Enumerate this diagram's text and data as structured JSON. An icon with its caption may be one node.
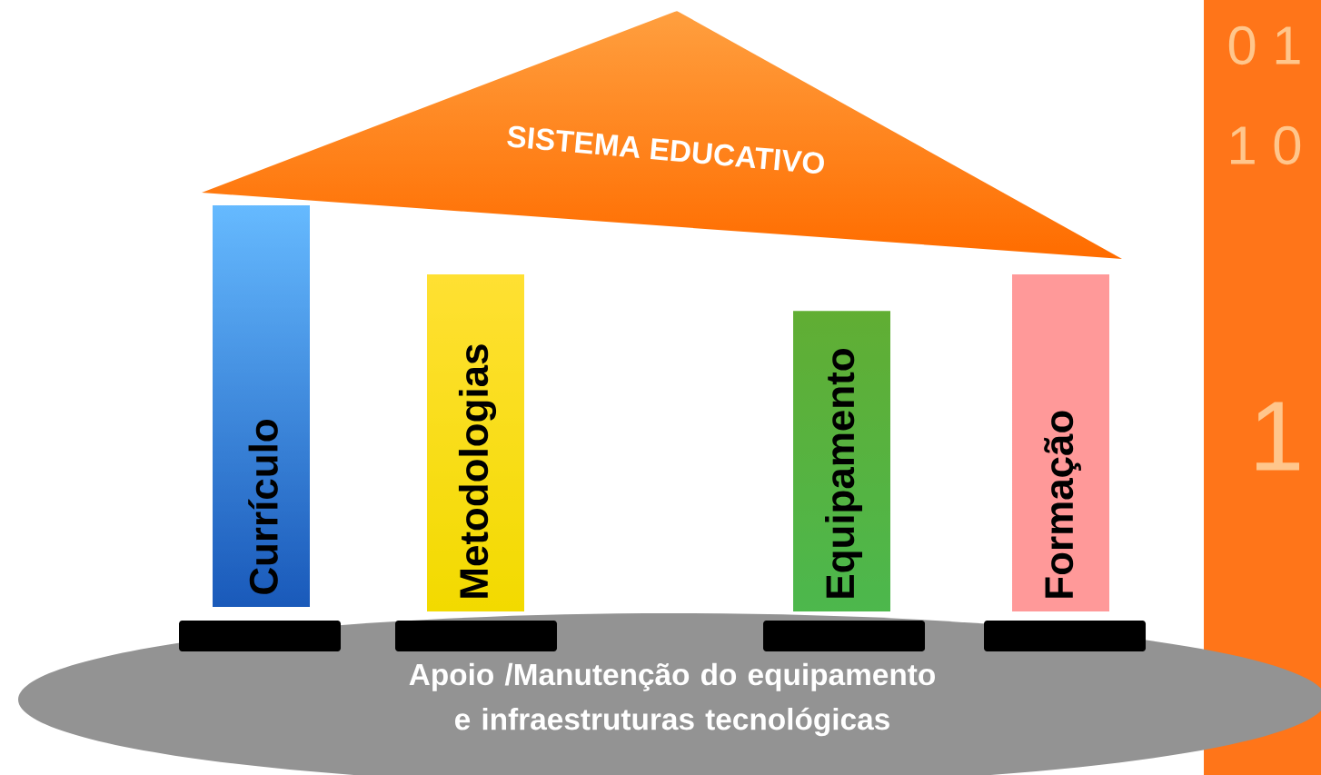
{
  "diagram": {
    "nodes": [
      {
        "text": [
          "SISTEMA EDUCATIVO"
        ]
      },
      {
        "text": [
          "Currículo"
        ]
      },
      {
        "text": [
          "Metodologias"
        ]
      },
      {
        "text": [
          "Equipamento"
        ]
      },
      {
        "text": [
          "Formação"
        ]
      },
      {
        "text": [
          "Apoio /Manutenção do equipamento e infraestruturas tecnológicas"
        ]
      },
      {
        "text": [],
        "shape": "bar",
        "in": 5
      },
      {
        "text": [],
        "shape": "bar",
        "in": 5
      },
      {
        "text": [],
        "shape": "bar",
        "in": 5
      },
      {
        "text": [],
        "shape": "bar",
        "in": 5
      }
    ],
    "labels": [
      "0 1",
      "1 0",
      "1"
    ]
  }
}
